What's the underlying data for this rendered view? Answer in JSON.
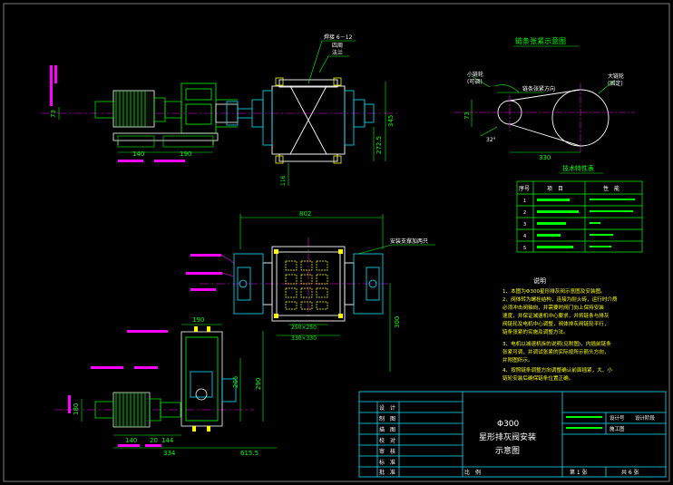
{
  "colors": {
    "background": "#000000",
    "green": "#00ff00",
    "cyan": "#00e5ff",
    "white": "#ffffff",
    "magenta": "#ff00ff",
    "yellow": "#ffff00",
    "gray": "#9a9a9a"
  },
  "top_view": {
    "weld_label": "焊接 6－12",
    "weld_label2": "四周",
    "flange_label": "法兰",
    "dims": {
      "d140": "140",
      "d190": "190",
      "d345": "345",
      "d272": "272.5",
      "d73": "73",
      "d116": "116"
    }
  },
  "chain_diagram": {
    "title": "链条张紧示意图",
    "small_sprocket": "小链轮",
    "small_sprocket_note": "(可调)",
    "large_sprocket": "大链轮",
    "large_sprocket_note": "(固定)",
    "tension_label": "链条张紧方向",
    "dim_73": "73",
    "dim_330": "330",
    "angle_label": "32°"
  },
  "spec_table": {
    "title": "技术特性表",
    "headers": [
      "序号",
      "项　目",
      "性　能"
    ],
    "rows": [
      "1",
      "2",
      "3",
      "4",
      "5"
    ]
  },
  "plan_view": {
    "dim_802": "802",
    "install_note": "安装支撑加两只",
    "dim_250": "250×250",
    "dim_330": "330×330",
    "dim_300": "300"
  },
  "side_view": {
    "dims": {
      "d190": "190",
      "d205": "205",
      "d290": "290",
      "d140": "140",
      "d20": "20",
      "d144": "144",
      "d334": "334",
      "d615": "615.5",
      "d180": "180"
    }
  },
  "notes": {
    "title": "说明",
    "lines": [
      "1、本图为Φ300星形排灰阀示意图及安装图。",
      "2、阀体转为螺栓结构，连接为耐火砖，运行时介质",
      "   必须冲击阀轴向，并需要时阀门向上保持安装",
      "   速度，并保证减速机中心要求，并将链条与排灰",
      "   阀链轮及电机中心调整，阀体排灰阀链轮平行，",
      "   链条张紧的实施及调整方法。",
      "3、电机以减速机拆的说明(见附图)，内插前链条",
      "   张紧可调，并调试张紧的实际按所示箭头方向，",
      "   并附图所示。",
      "4、按照链条调整方向调整确认前面插紧，大、小",
      "   链轮安装后确保链条位置正确。"
    ]
  },
  "title_block": {
    "row_labels": [
      "设　计",
      "制　图",
      "描　图",
      "校　对",
      "审　核",
      "标　准",
      "批　准"
    ],
    "drawing_title_1": "Φ300",
    "drawing_title_2": "星形排灰阀安装",
    "drawing_title_3": "示意图",
    "info_1": "设计号",
    "info_2": "设计阶段",
    "info_3": "施工图",
    "footer_ratio": "比　例",
    "footer_sheet": "第  1  张",
    "footer_total": "共  6  张"
  }
}
